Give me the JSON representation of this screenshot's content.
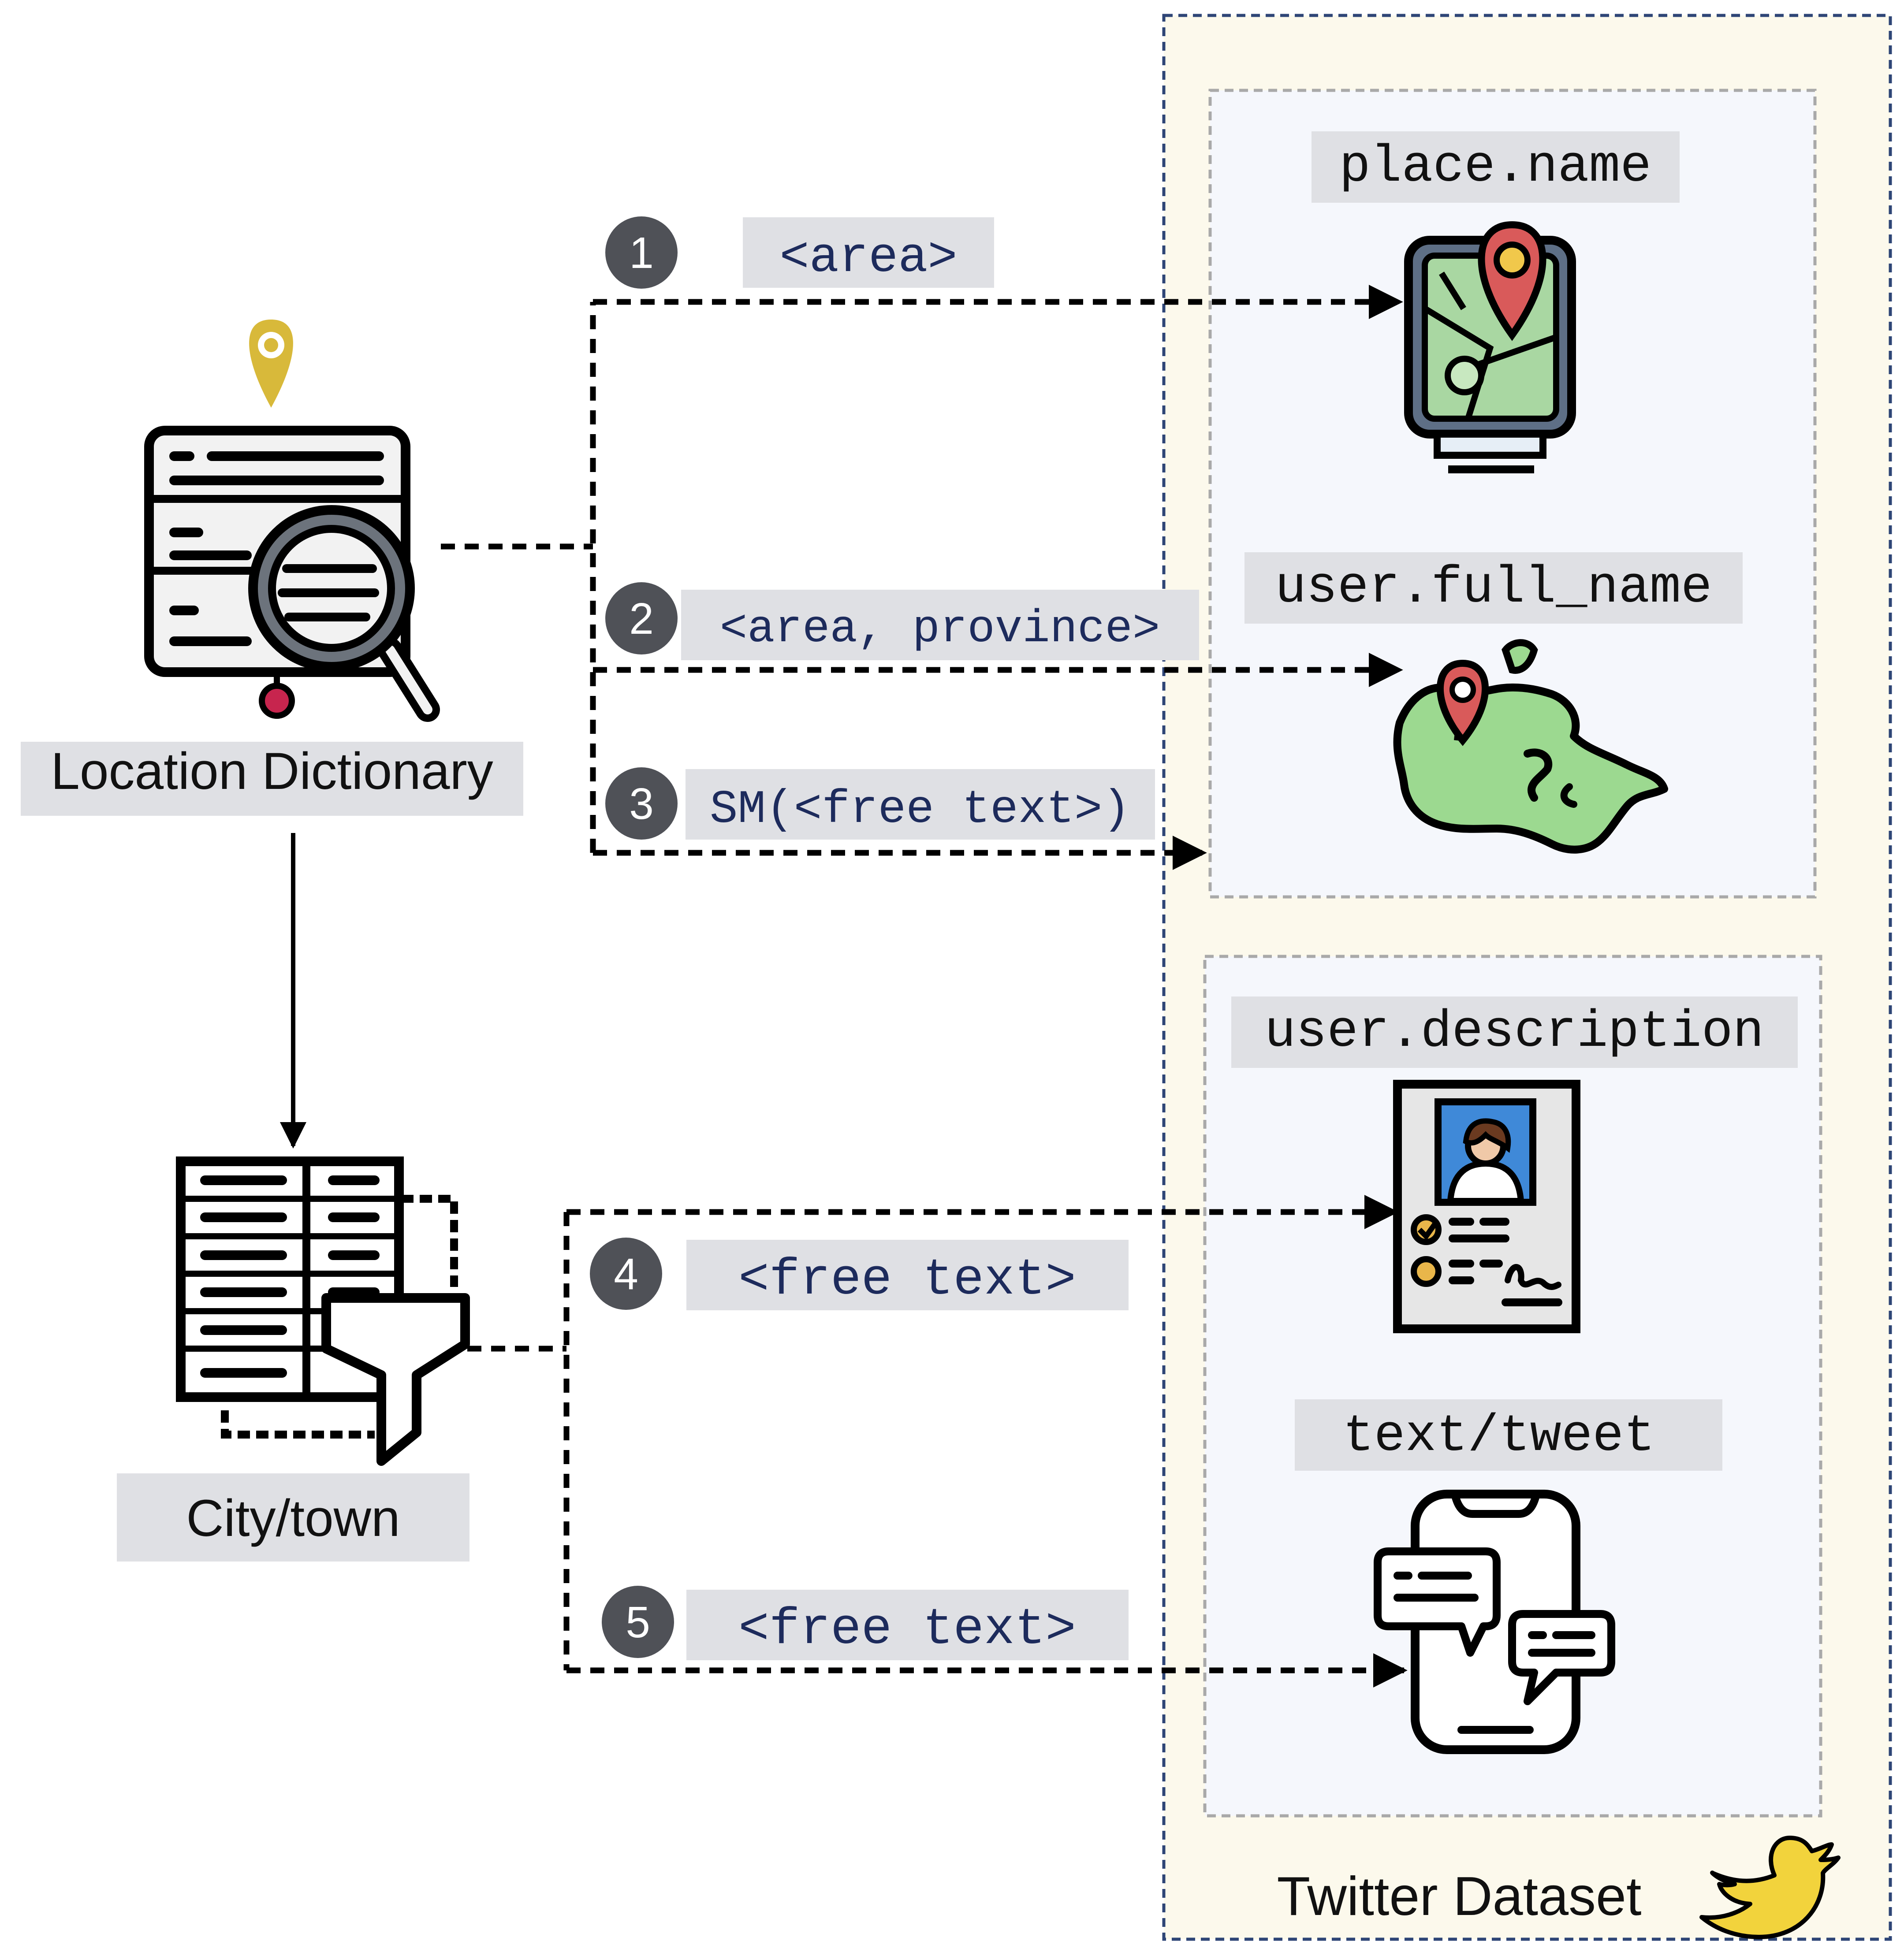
{
  "source": {
    "location_dictionary_label": "Location Dictionary",
    "city_town_label": "City/town"
  },
  "dataset": {
    "title": "Twitter Dataset",
    "fields": {
      "place_name": "place.name",
      "user_full_name": "user.full_name",
      "user_description": "user.description",
      "text_tweet": "text/tweet"
    }
  },
  "steps": [
    {
      "number": "1",
      "label": "<area>"
    },
    {
      "number": "2",
      "label": "<area, province>"
    },
    {
      "number": "3",
      "label": "SM(<free text>)"
    },
    {
      "number": "4",
      "label": "<free text>"
    },
    {
      "number": "5",
      "label": "<free text>"
    }
  ],
  "icons": {
    "location_dictionary": "dictionary-search-icon",
    "location_pin": "location-pin-icon",
    "city_town": "table-filter-icon",
    "place_name": "map-pin-device-icon",
    "user_full_name": "canada-map-pin-icon",
    "user_description": "profile-card-icon",
    "text_tweet": "phone-chat-icon",
    "twitter": "twitter-bird-icon"
  },
  "colors": {
    "label_bg": "#dfe0e4",
    "badge_bg": "#4f5157",
    "code_text": "#1d2b5c",
    "dataset_bg": "#fcf9ec",
    "dataset_border": "#2e4576",
    "group_bg": "#f5f7fc",
    "group_border": "#a9a9a9",
    "pin_yellow": "#d8b93a",
    "map_green": "#9cd990",
    "pin_red": "#d95a5a",
    "twitter_yellow": "#f2d33c"
  }
}
